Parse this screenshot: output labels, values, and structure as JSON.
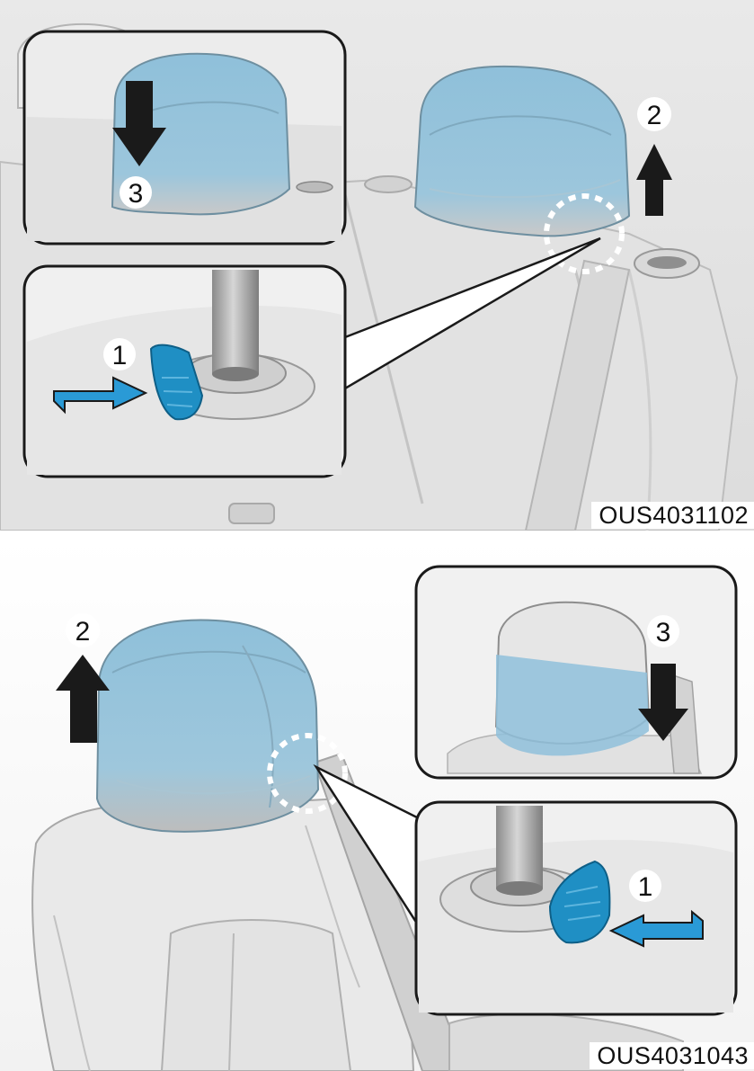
{
  "figures": [
    {
      "code": "OUS4031102",
      "steps": {
        "release": "1",
        "lift": "2",
        "insert": "3"
      }
    },
    {
      "code": "OUS4031043",
      "steps": {
        "release": "1",
        "lift": "2",
        "insert": "3"
      }
    }
  ],
  "colors": {
    "headrest_blue": "#8fc0da",
    "button_blue": "#1f8fc4",
    "arrow_blue": "#2a9ad6",
    "arrow_black": "#1a1a1a",
    "seat_gray": "#e7e7e7"
  }
}
